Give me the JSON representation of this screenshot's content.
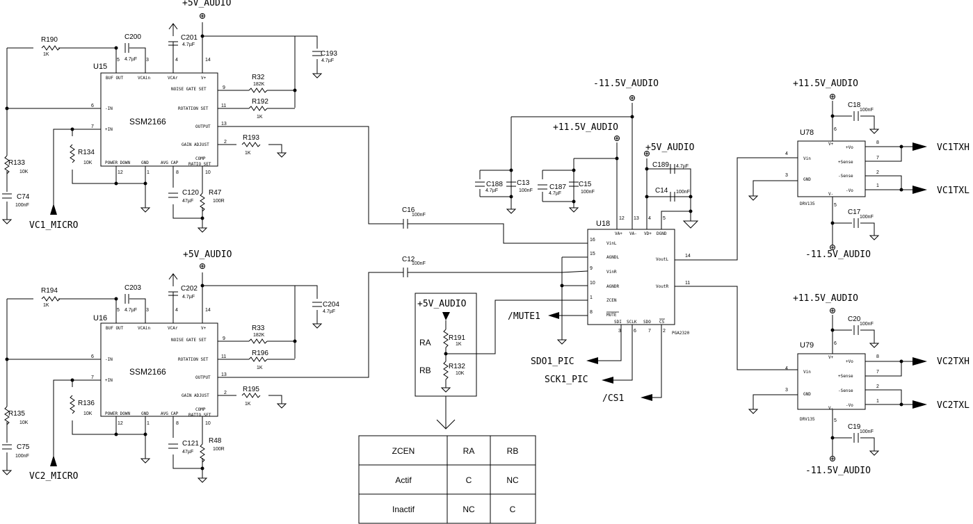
{
  "nets": {
    "p5_top": "+5V_AUDIO",
    "p5_bottom": "+5V_AUDIO",
    "m115_center": "-11.5V_AUDIO",
    "p115_center": "+11.5V_AUDIO",
    "p5_center": "+5V_AUDIO",
    "p115_u78": "+11.5V_AUDIO",
    "m115_u78": "-11.5V_AUDIO",
    "p115_u79": "+11.5V_AUDIO",
    "m115_u79": "-11.5V_AUDIO",
    "vc1_micro": "VC1_MICRO",
    "vc2_micro": "VC2_MICRO",
    "mute1": "/MUTE1",
    "sdo1": "SDO1_PIC",
    "sck1": "SCK1_PIC",
    "cs1": "/CS1",
    "vc1txh": "VC1TXH",
    "vc1txl": "VC1TXL",
    "vc2txh": "VC2TXH",
    "vc2txl": "VC2TXL",
    "box_supply": "+5V_AUDIO"
  },
  "u15": {
    "ref": "U15",
    "part": "SSM2166",
    "pins_top": [
      "BUF OUT",
      "VCAin",
      "VCAr",
      "V+"
    ],
    "pins_top_num": [
      "5",
      "3",
      "4",
      "14"
    ],
    "pins_left": [
      "-IN",
      "+IN"
    ],
    "pins_left_num": [
      "6",
      "7"
    ],
    "pins_right": [
      "NOISE GATE SET",
      "ROTATION SET",
      "OUTPUT",
      "GAIN ADJUST"
    ],
    "pins_right_num": [
      "9",
      "11",
      "13",
      "2"
    ],
    "pins_bottom": [
      "POWER DOWN",
      "GND",
      "AVG CAP",
      "COMP",
      "RATIO SET"
    ],
    "pins_bottom_num": [
      "12",
      "1",
      "8",
      "10"
    ]
  },
  "u16": {
    "ref": "U16",
    "part": "SSM2166",
    "pins_top": [
      "BUF OUT",
      "VCAin",
      "VCAr",
      "V+"
    ],
    "pins_top_num": [
      "5",
      "3",
      "4",
      "14"
    ],
    "pins_left": [
      "-IN",
      "+IN"
    ],
    "pins_left_num": [
      "6",
      "7"
    ],
    "pins_right": [
      "NOISE GATE SET",
      "ROTATION SET",
      "OUTPUT",
      "GAIN ADJUST"
    ],
    "pins_right_num": [
      "9",
      "11",
      "13",
      "2"
    ],
    "pins_bottom": [
      "POWER DOWN",
      "GND",
      "AVG CAP",
      "COMP",
      "RATIO SET"
    ],
    "pins_bottom_num": [
      "12",
      "1",
      "8",
      "10"
    ]
  },
  "u18": {
    "ref": "U18",
    "part": "PGA2320",
    "pins_top": [
      "VA+",
      "VA-",
      "VD+",
      "DGND"
    ],
    "pins_top_num": [
      "12",
      "13",
      "4",
      "5"
    ],
    "pins_left": [
      "VinL",
      "AGNDL",
      "VinR",
      "AGNDR",
      "ZCEN",
      "MUTE"
    ],
    "pins_left_num": [
      "16",
      "15",
      "9",
      "10",
      "1",
      "8"
    ],
    "pins_right": [
      "VoutL",
      "VoutR"
    ],
    "pins_right_num": [
      "14",
      "11"
    ],
    "pins_bottom": [
      "SDI",
      "SCLK",
      "SDO",
      "CS"
    ],
    "pins_bottom_num": [
      "3",
      "6",
      "7",
      "2"
    ]
  },
  "u78": {
    "ref": "U78",
    "part": "DRV135",
    "pins": [
      "Vin",
      "GND",
      "V+",
      "V-",
      "+Vo",
      "+Sense",
      "-Sense",
      "-Vo"
    ],
    "nums": [
      "4",
      "3",
      "6",
      "5",
      "8",
      "7",
      "2",
      "1"
    ]
  },
  "u79": {
    "ref": "U79",
    "part": "DRV135",
    "pins": [
      "Vin",
      "GND",
      "V+",
      "V-",
      "+Vo",
      "+Sense",
      "-Sense",
      "-Vo"
    ],
    "nums": [
      "4",
      "3",
      "6",
      "5",
      "8",
      "7",
      "2",
      "1"
    ]
  },
  "parts": {
    "r190": {
      "ref": "R190",
      "val": "1K"
    },
    "c200": {
      "ref": "C200",
      "val": "4.7µF"
    },
    "c201": {
      "ref": "C201",
      "val": "4.7µF"
    },
    "c193": {
      "ref": "C193",
      "val": "4.7µF"
    },
    "r32": {
      "ref": "R32",
      "val": "182K"
    },
    "r192": {
      "ref": "R192",
      "val": "1K"
    },
    "r193": {
      "ref": "R193",
      "val": "1K"
    },
    "r133": {
      "ref": "R133",
      "val": "10K"
    },
    "r134": {
      "ref": "R134",
      "val": "10K"
    },
    "c74": {
      "ref": "C74",
      "val": "100nF"
    },
    "c120": {
      "ref": "C120",
      "val": "47µF"
    },
    "r47": {
      "ref": "R47",
      "val": "100R"
    },
    "r194": {
      "ref": "R194",
      "val": "1K"
    },
    "c203": {
      "ref": "C203",
      "val": "4.7µF"
    },
    "c202": {
      "ref": "C202",
      "val": "4.7µF"
    },
    "c204": {
      "ref": "C204",
      "val": "4.7µF"
    },
    "r33": {
      "ref": "R33",
      "val": "182K"
    },
    "r196": {
      "ref": "R196",
      "val": "1K"
    },
    "r195": {
      "ref": "R195",
      "val": "1K"
    },
    "r135": {
      "ref": "R135",
      "val": "10K"
    },
    "r136": {
      "ref": "R136",
      "val": "10K"
    },
    "c75": {
      "ref": "C75",
      "val": "100nF"
    },
    "c121": {
      "ref": "C121",
      "val": "47µF"
    },
    "r48": {
      "ref": "R48",
      "val": "100R"
    },
    "c16": {
      "ref": "C16",
      "val": "100nF"
    },
    "c12": {
      "ref": "C12",
      "val": "100nF"
    },
    "c188": {
      "ref": "C188",
      "val": "4.7µF"
    },
    "c13": {
      "ref": "C13",
      "val": "100nF"
    },
    "c187": {
      "ref": "C187",
      "val": "4.7µF"
    },
    "c15": {
      "ref": "C15",
      "val": "100nF"
    },
    "c189": {
      "ref": "C189",
      "val": "4.7µF"
    },
    "c14": {
      "ref": "C14",
      "val": "100nF"
    },
    "r191": {
      "ref": "R191",
      "val": "1K"
    },
    "r132": {
      "ref": "R132",
      "val": "10K"
    },
    "c18": {
      "ref": "C18",
      "val": "100nF"
    },
    "c17": {
      "ref": "C17",
      "val": "100nF"
    },
    "c20": {
      "ref": "C20",
      "val": "100nF"
    },
    "c19": {
      "ref": "C19",
      "val": "100nF"
    }
  },
  "box": {
    "ra": "RA",
    "rb": "RB"
  },
  "table": {
    "header": [
      "ZCEN",
      "RA",
      "RB"
    ],
    "rows": [
      [
        "Actif",
        "C",
        "NC"
      ],
      [
        "Inactif",
        "NC",
        "C"
      ]
    ]
  }
}
